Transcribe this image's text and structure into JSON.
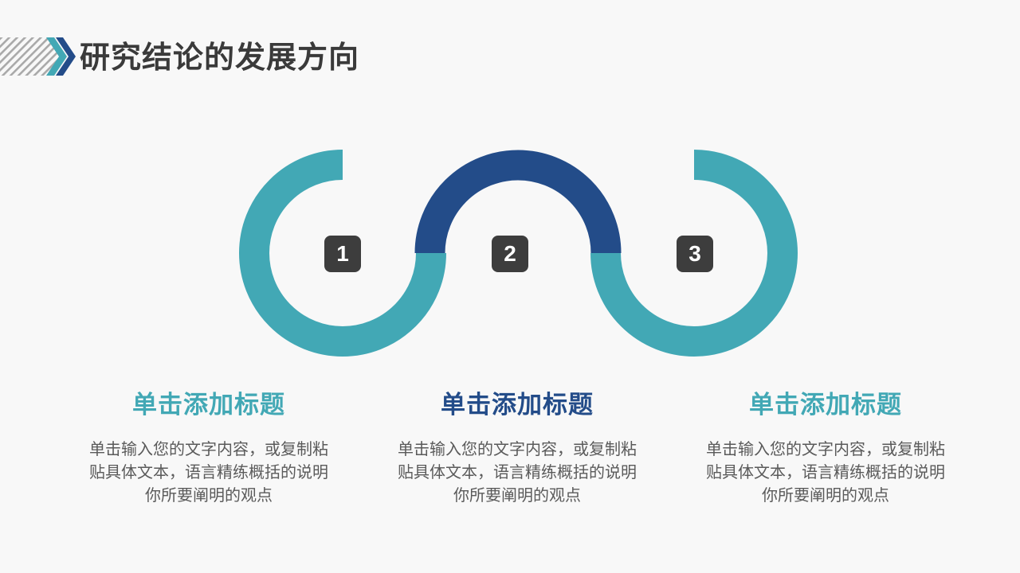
{
  "header": {
    "title": "研究结论的发展方向"
  },
  "colors": {
    "teal": "#42a8b5",
    "navy": "#234c89",
    "badge": "#3d3d3d",
    "title_text": "#3a3a3a",
    "body_text": "#5a5a5a",
    "background": "#f8f8f8"
  },
  "steps": [
    {
      "number": "1",
      "title": "单击添加标题",
      "title_color": "#42a8b5",
      "text": "单击输入您的文字内容，或复制粘贴具体文本，语言精练概括的说明你所要阐明的观点"
    },
    {
      "number": "2",
      "title": "单击添加标题",
      "title_color": "#234c89",
      "text": "单击输入您的文字内容，或复制粘贴具体文本，语言精练概括的说明你所要阐明的观点"
    },
    {
      "number": "3",
      "title": "单击添加标题",
      "title_color": "#42a8b5",
      "text": "单击输入您的文字内容，或复制粘贴具体文本，语言精练概括的说明你所要阐明的观点"
    }
  ]
}
